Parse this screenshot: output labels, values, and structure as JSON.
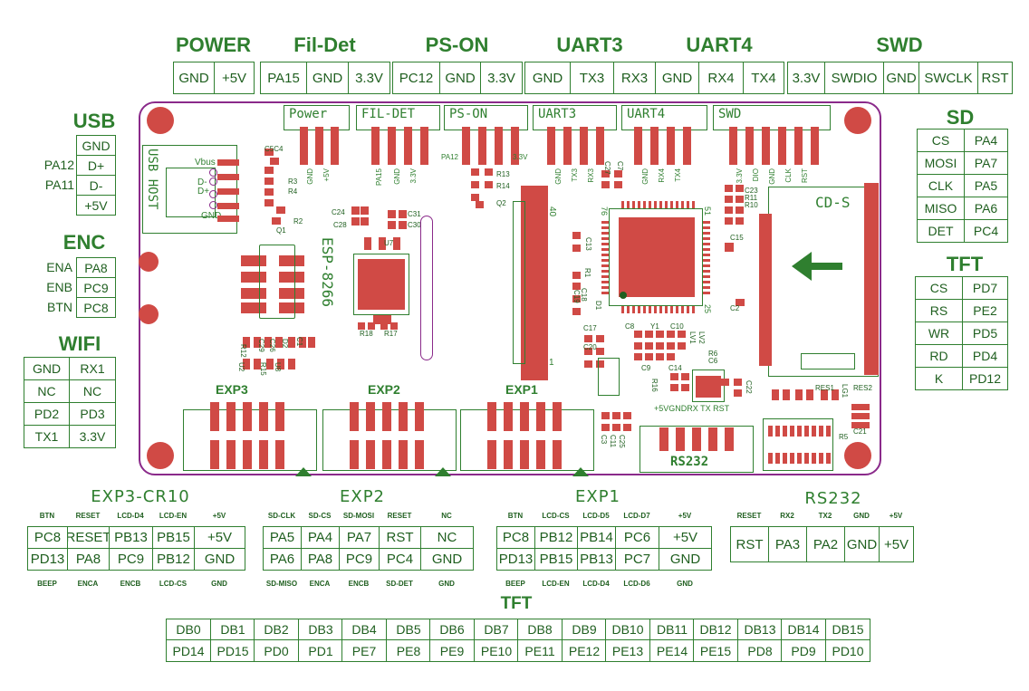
{
  "top_connectors": [
    {
      "title": "POWER",
      "pins": [
        "GND",
        "+5V"
      ]
    },
    {
      "title": "Fil-Det",
      "pins": [
        "PA15",
        "GND",
        "3.3V"
      ]
    },
    {
      "title": "PS-ON",
      "pins": [
        "PC12",
        "GND",
        "3.3V"
      ]
    },
    {
      "title": "UART3",
      "pins": [
        "GND",
        "TX3",
        "RX3"
      ]
    },
    {
      "title": "UART4",
      "pins": [
        "GND",
        "RX4",
        "TX4"
      ]
    },
    {
      "title": "SWD",
      "pins": [
        "3.3V",
        "SWDIO",
        "GND",
        "SWCLK",
        "RST"
      ]
    }
  ],
  "usb": {
    "title": "USB",
    "pins": [
      "GND",
      "D+",
      "D-",
      "+5V"
    ],
    "signals": [
      "",
      "PA12",
      "PA11",
      ""
    ]
  },
  "enc": {
    "title": "ENC",
    "rows": [
      [
        "ENA",
        "PA8"
      ],
      [
        "ENB",
        "PC9"
      ],
      [
        "BTN",
        "PC8"
      ]
    ]
  },
  "wifi": {
    "title": "WIFI",
    "rows": [
      [
        "GND",
        "RX1"
      ],
      [
        "NC",
        "NC"
      ],
      [
        "PD2",
        "PD3"
      ],
      [
        "TX1",
        "3.3V"
      ]
    ]
  },
  "sd": {
    "title": "SD",
    "rows": [
      [
        "CS",
        "PA4"
      ],
      [
        "MOSI",
        "PA7"
      ],
      [
        "CLK",
        "PA5"
      ],
      [
        "MISO",
        "PA6"
      ],
      [
        "DET",
        "PC4"
      ]
    ]
  },
  "tft_side": {
    "title": "TFT",
    "rows": [
      [
        "CS",
        "PD7"
      ],
      [
        "RS",
        "PE2"
      ],
      [
        "WR",
        "PD5"
      ],
      [
        "RD",
        "PD4"
      ],
      [
        "K",
        "PD12"
      ]
    ]
  },
  "exp3": {
    "title": "EXP3-CR10",
    "top_labels": [
      "BTN",
      "RESET",
      "LCD-D4",
      "LCD-EN",
      "+5V"
    ],
    "row1": [
      "PC8",
      "RESET",
      "PB13",
      "PB15",
      "+5V"
    ],
    "row2": [
      "PD13",
      "PA8",
      "PC9",
      "PB12",
      "GND"
    ],
    "bottom_labels": [
      "BEEP",
      "ENCA",
      "ENCB",
      "LCD-CS",
      "GND"
    ]
  },
  "exp2": {
    "title": "EXP2",
    "top_labels": [
      "SD-CLK",
      "SD-CS",
      "SD-MOSI",
      "RESET",
      "NC"
    ],
    "row1": [
      "PA5",
      "PA4",
      "PA7",
      "RST",
      "NC"
    ],
    "row2": [
      "PA6",
      "PA8",
      "PC9",
      "PC4",
      "GND"
    ],
    "bottom_labels": [
      "SD-MISO",
      "ENCA",
      "ENCB",
      "SD-DET",
      "GND"
    ]
  },
  "exp1": {
    "title": "EXP1",
    "top_labels": [
      "BTN",
      "LCD-CS",
      "LCD-D5",
      "LCD-D7",
      "+5V"
    ],
    "row1": [
      "PC8",
      "PB12",
      "PB14",
      "PC6",
      "+5V"
    ],
    "row2": [
      "PD13",
      "PB15",
      "PB13",
      "PC7",
      "GND"
    ],
    "bottom_labels": [
      "BEEP",
      "LCD-EN",
      "LCD-D4",
      "LCD-D6",
      "GND"
    ]
  },
  "rs232": {
    "title": "RS232",
    "top_labels": [
      "RESET",
      "RX2",
      "TX2",
      "GND",
      "+5V"
    ],
    "row1": [
      "RST",
      "PA3",
      "PA2",
      "GND",
      "+5V"
    ]
  },
  "tft_bottom": {
    "title": "TFT",
    "row1": [
      "DB0",
      "DB1",
      "DB2",
      "DB3",
      "DB4",
      "DB5",
      "DB6",
      "DB7",
      "DB8",
      "DB9",
      "DB10",
      "DB11",
      "DB12",
      "DB13",
      "DB14",
      "DB15"
    ],
    "row2": [
      "PD14",
      "PD15",
      "PD0",
      "PD1",
      "PE7",
      "PE8",
      "PE9",
      "PE10",
      "PE11",
      "PE12",
      "PE13",
      "PE14",
      "PE15",
      "PD8",
      "PD9",
      "PD10"
    ]
  },
  "board": {
    "header_labels": [
      "Power",
      "FIL-DET",
      "PS-ON",
      "UART3",
      "UART4",
      "SWD"
    ],
    "power_pins": [
      "GND",
      "+5V"
    ],
    "fil_pins": [
      "PA15",
      "GND",
      "3.3V"
    ],
    "pson_pins": [
      "PA12",
      "3.3V"
    ],
    "uart3_pins": [
      "GND",
      "TX3",
      "RX3"
    ],
    "uart4_pins": [
      "GND",
      "RX4",
      "TX4"
    ],
    "swd_pins": [
      "3.3V",
      "DIO",
      "GND",
      "CLK",
      "RST"
    ],
    "usb_host": "USB HOST",
    "usb_pins": [
      "Vbus",
      "D-",
      "D+",
      "GND"
    ],
    "esp": "ESP-8266",
    "cds": "CD-S",
    "exp_labels": [
      "EXP3",
      "EXP2",
      "EXP1"
    ],
    "rs232": "RS232",
    "rs232_pins": "+5VGNDRX TX RST",
    "components": [
      "C5C4",
      "R3",
      "R4",
      "R2",
      "Q1",
      "C24",
      "C28",
      "C31",
      "C30",
      "U7",
      "R13",
      "R14",
      "Q2",
      "C13",
      "C27",
      "C7",
      "R1",
      "C19",
      "C18",
      "C17",
      "C20",
      "C8",
      "Y1",
      "C10",
      "LV1",
      "LV2",
      "C9",
      "C14",
      "R6",
      "C6",
      "C15",
      "C23",
      "R11",
      "R10",
      "C2",
      "C22",
      "C16",
      "RES1",
      "LG1",
      "RES2",
      "R16",
      "C3",
      "C11",
      "C25",
      "C21",
      "R5",
      "R7",
      "R8",
      "R9",
      "R12",
      "C29",
      "C26",
      "D2",
      "R15",
      "U2",
      "U8",
      "C1",
      "D1",
      "R18",
      "R17"
    ]
  }
}
